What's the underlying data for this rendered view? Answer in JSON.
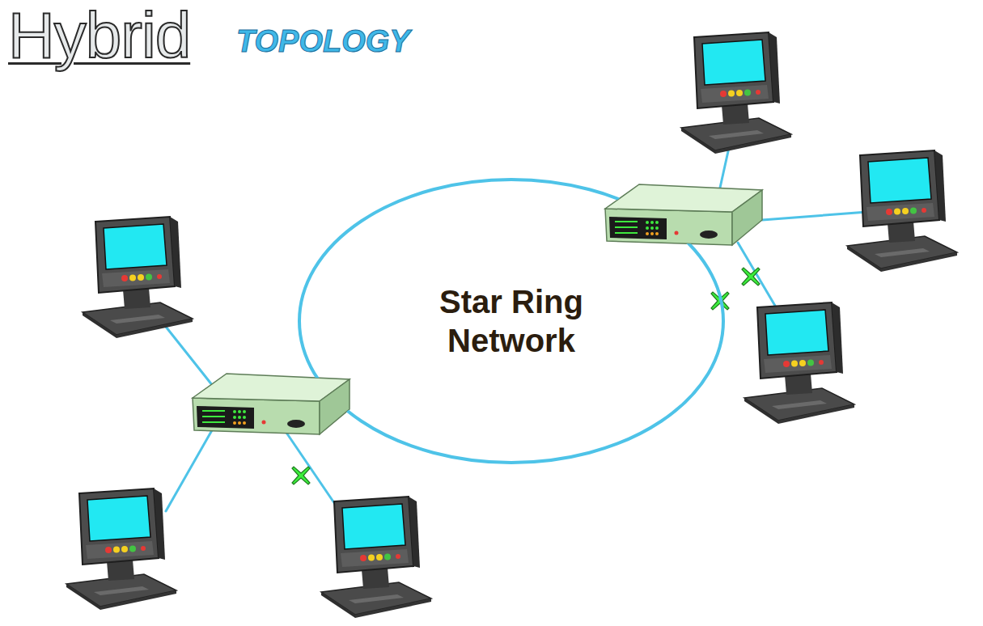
{
  "diagram": {
    "title": "Hybrid",
    "nodes": [
      {
        "text": [
          "Star Ring Network"
        ]
      }
    ],
    "labels": [
      "TOPOLOGY"
    ]
  }
}
